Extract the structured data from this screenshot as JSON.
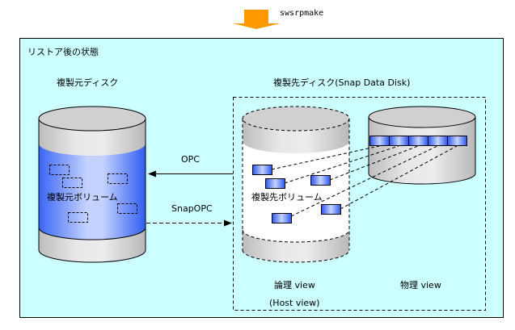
{
  "header": {
    "command_label": "swsrpmake",
    "arrow_icon": "down-arrow-icon",
    "arrow_color": "#ff9900"
  },
  "panel": {
    "title": "リストア後の状態",
    "background_color": "#ccffff"
  },
  "source_disk": {
    "title": "複製元ディスク",
    "volume_label": "複製元ボリューム",
    "band_color": "#3366ff"
  },
  "target_disk": {
    "title": "複製先ディスク(Snap Data Disk)",
    "volume_label": "複製先ボリューム",
    "logical_view_label": "論理 view",
    "physical_view_label": "物理 view",
    "host_view_label": "(Host view)"
  },
  "arrows": {
    "opc_label": "OPC",
    "snapopc_label": "SnapOPC"
  },
  "colors": {
    "block_blue": "#3366ff",
    "block_light": "#c6d4ff",
    "disk_gray": "#cccccc",
    "disk_light": "#eaeaea"
  }
}
